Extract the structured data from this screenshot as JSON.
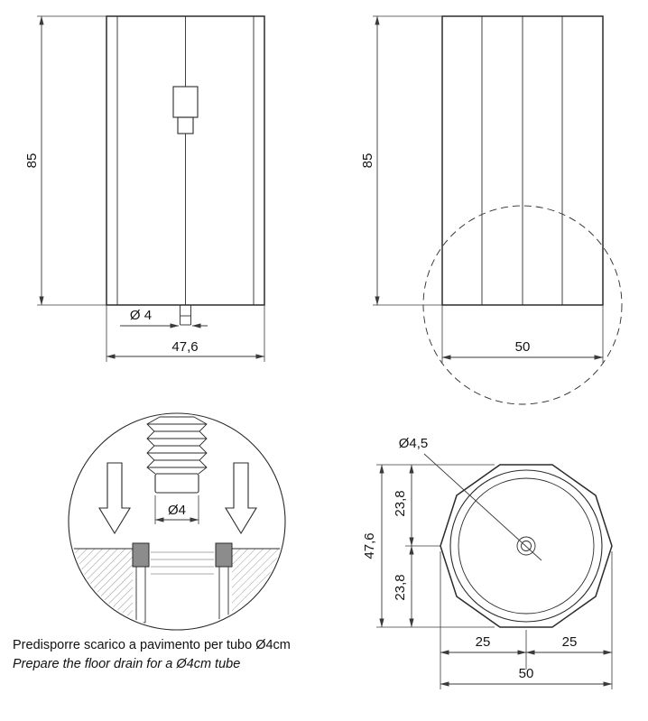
{
  "drawing": {
    "front_view": {
      "height_dim": "85",
      "width_dim": "47,6",
      "drain_dim": "Ø 4"
    },
    "side_view": {
      "height_dim": "85",
      "diameter_dim": "50"
    },
    "detail_view": {
      "pipe_dim": "Ø4",
      "caption_it": "Predisporre scarico a pavimento per tubo Ø4cm",
      "caption_en": "Prepare the floor drain for a Ø4cm tube"
    },
    "top_view": {
      "hole_dim": "Ø4,5",
      "overall_dim": "47,6",
      "half_top_dim": "23,8",
      "half_bottom_dim": "23,8",
      "left_half_dim": "25",
      "right_half_dim": "25",
      "total_dim": "50"
    },
    "colors": {
      "line": "#2b2b2b",
      "dimension": "#3a3a3a",
      "hatch": "#9a9a9a",
      "flange_fill": "#8c8c8c",
      "drain_ring_fill": "#c4c4c4"
    }
  }
}
